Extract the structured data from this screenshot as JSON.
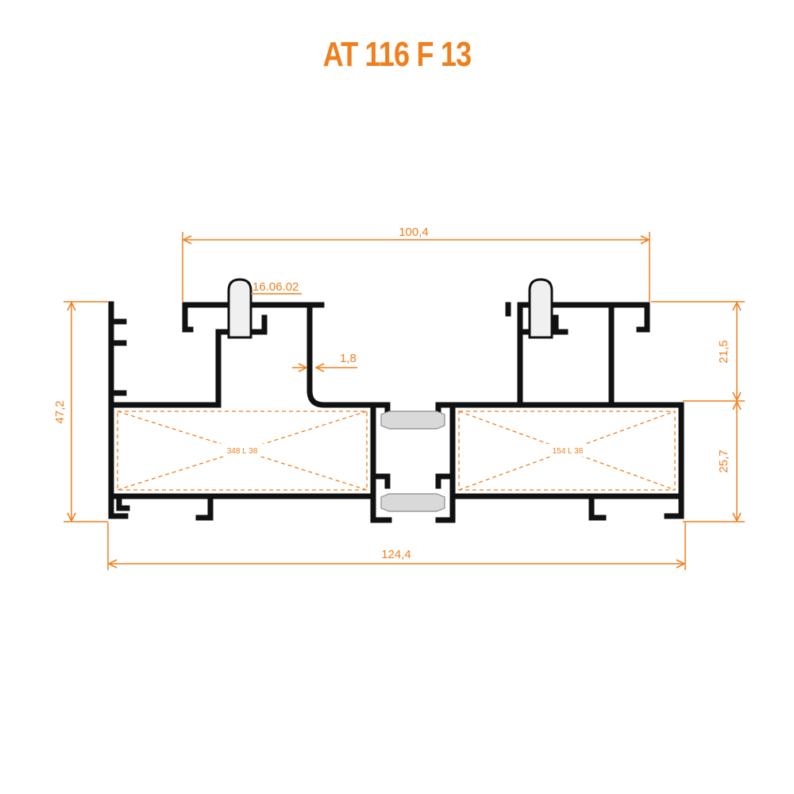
{
  "title": "AT 116 F 13",
  "colors": {
    "accent": "#f07f1d",
    "profile": "#111111",
    "insert_fill": "#ffffff",
    "thermal_break": "#d9d9d9"
  },
  "dimensions": {
    "top_width": "100,4",
    "total_width": "124,4",
    "total_height": "47,2",
    "upper_height": "21,5",
    "lower_height": "25,7",
    "wall_thickness": "1,8"
  },
  "labels": {
    "gasket_code": "16.06.02",
    "insert_left": "348 L 38",
    "insert_right": "154 L 38"
  }
}
